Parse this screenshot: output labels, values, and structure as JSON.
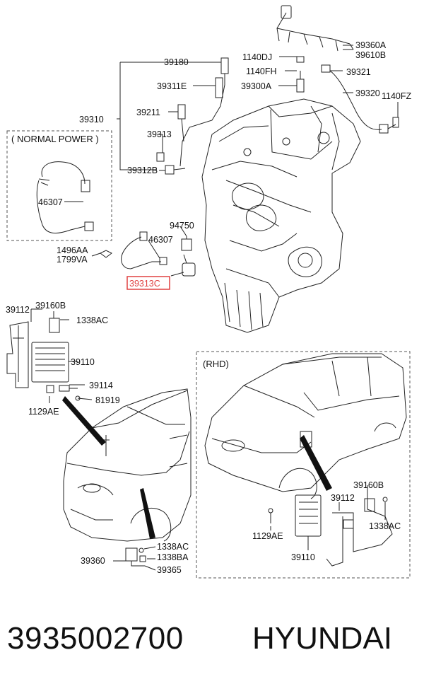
{
  "labels": {
    "l39360A": "39360A",
    "l39610B": "39610B",
    "l1140DJ": "1140DJ",
    "l1140FH": "1140FH",
    "l39321": "39321",
    "l39300A": "39300A",
    "l39320": "39320",
    "l1140FZ": "1140FZ",
    "l39180": "39180",
    "l39311E": "39311E",
    "l39310": "39310",
    "l39211": "39211",
    "l39313": "39313",
    "l39312B": "39312B",
    "normal_power": "( NORMAL POWER )",
    "l46307a": "46307",
    "l94750": "94750",
    "l46307b": "46307",
    "l1496AA": "1496AA",
    "l1799VA": "1799VA",
    "l39313C": "39313C",
    "l39112a": "39112",
    "l39160Ba": "39160B",
    "l1338ACa": "1338AC",
    "l39110a": "39110",
    "l39114": "39114",
    "l1129AEa": "1129AE",
    "l81919": "81919",
    "rhd": "(RHD)",
    "l39160Bb": "39160B",
    "l39112b": "39112",
    "l1338ACb": "1338AC",
    "l1129AEb": "1129AE",
    "l39110b": "39110",
    "l39360": "39360",
    "l1338ACc": "1338AC",
    "l1338BA": "1338BA",
    "l39365": "39365"
  },
  "highlight_label": "l39313C",
  "colors": {
    "line": "#222222",
    "highlight": "#e04040",
    "dash": "#555555"
  },
  "footer": {
    "part_number": "3935002700",
    "brand": "HYUNDAI"
  }
}
